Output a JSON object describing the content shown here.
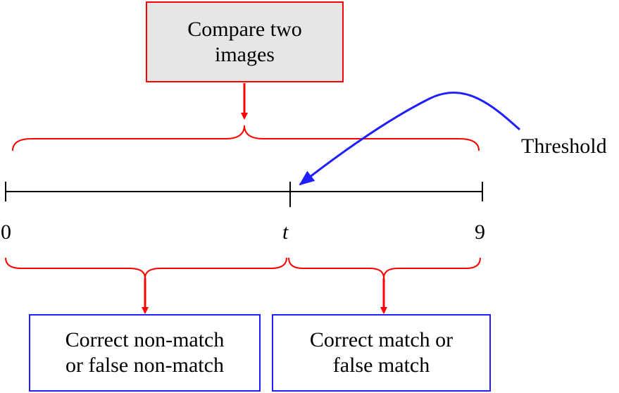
{
  "boxes": {
    "top": {
      "line1": "Compare two",
      "line2": "images"
    },
    "left": {
      "line1": "Correct non-match",
      "line2": "or false non-match"
    },
    "right": {
      "line1": "Correct match or",
      "line2": "false match"
    }
  },
  "axis": {
    "start_label": "0",
    "threshold_label": "t",
    "end_label": "9"
  },
  "annotation": {
    "label": "Threshold"
  },
  "colors": {
    "brace_and_arrows": "#ff0000",
    "threshold_arrow": "#1f1fff",
    "axis_line": "#000000",
    "top_box_fill": "#e6e6e6",
    "outcome_box_border": "#1f1fff"
  }
}
